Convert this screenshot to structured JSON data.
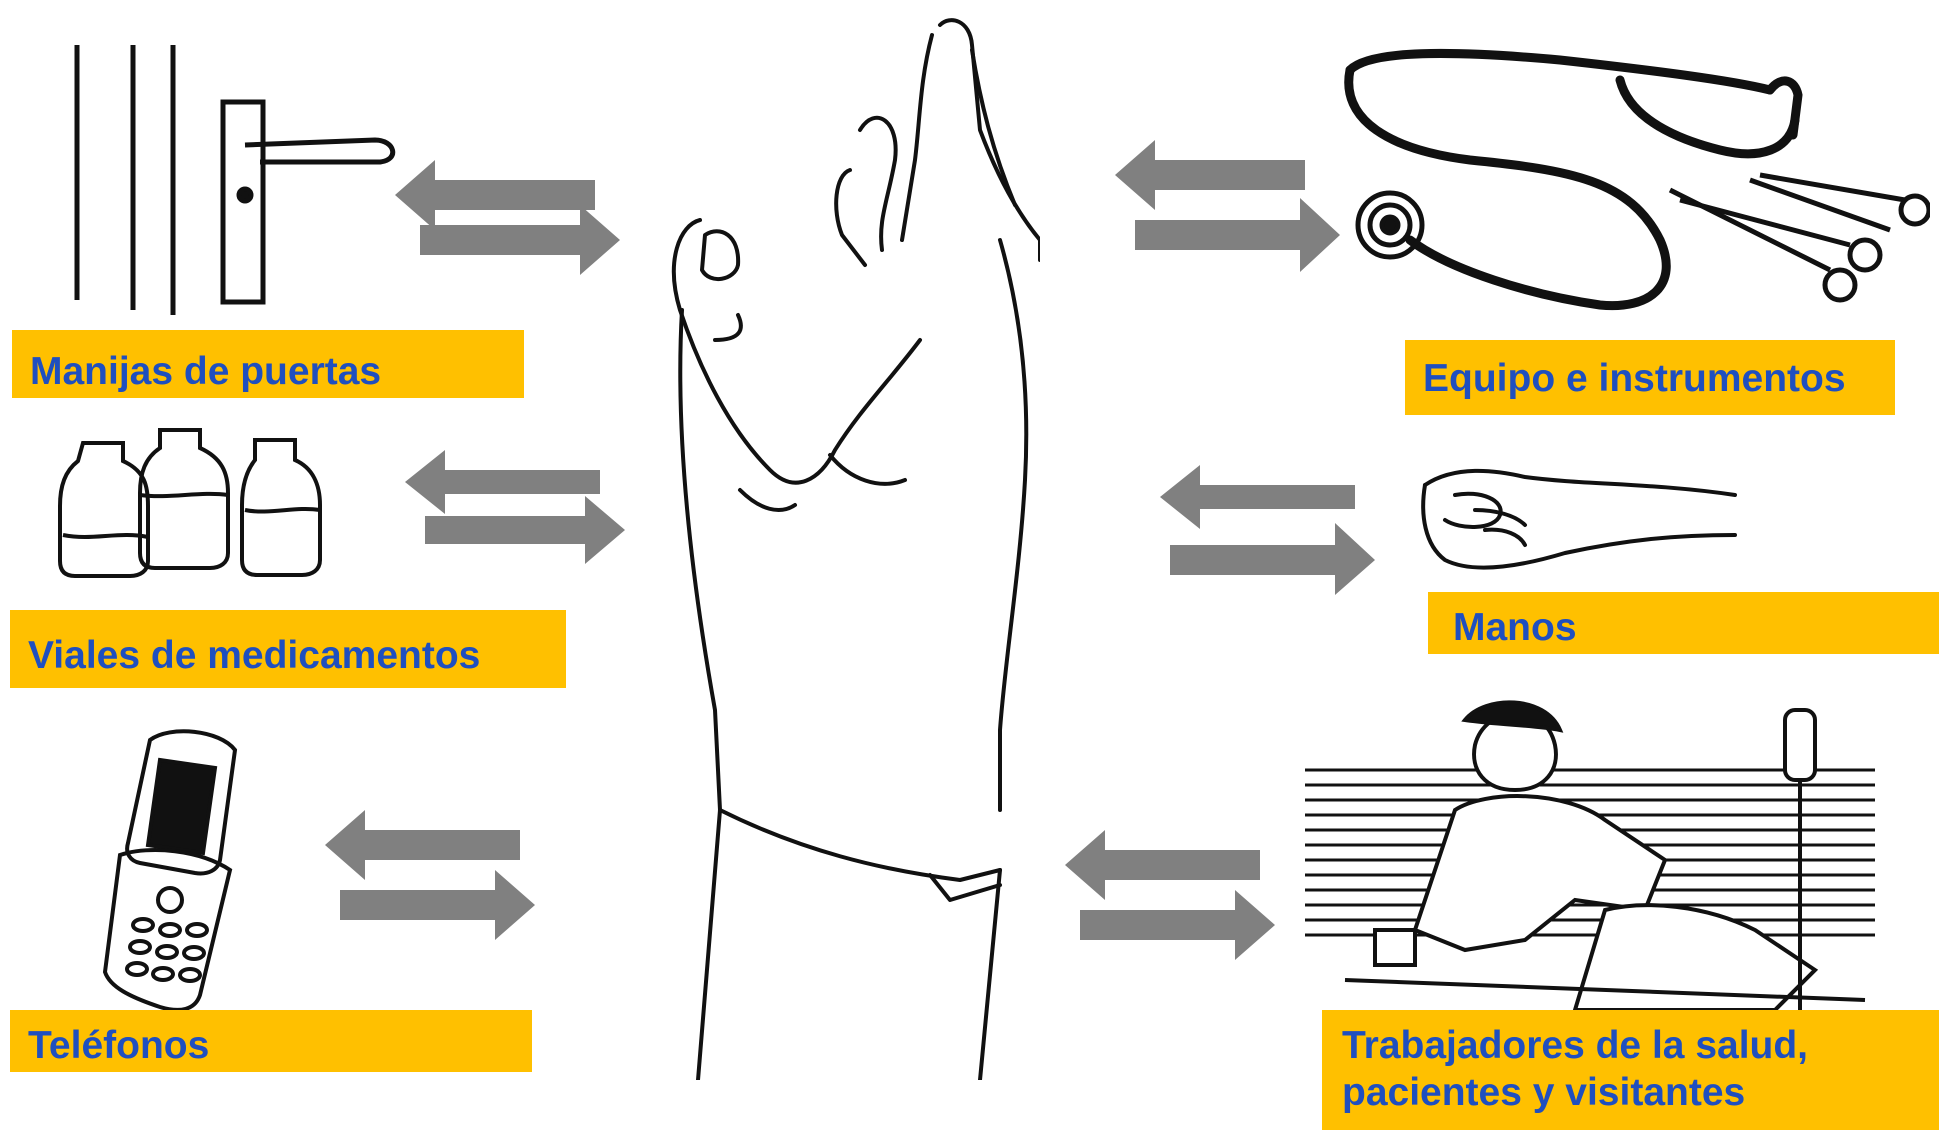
{
  "labels": {
    "door_handles": "Manijas de puertas",
    "medication_vials": "Viales de medicamentos",
    "phones": "Teléfonos",
    "equipment": "Equipo e instrumentos",
    "hands": "Manos",
    "health_workers_line1": "Trabajadores de la salud,",
    "health_workers_line2": "pacientes y visitantes"
  },
  "colors": {
    "label_background": "#ffc000",
    "label_text": "#1f4fbf",
    "arrow": "#808080",
    "line_art": "#111111"
  },
  "icons": [
    "door-handle-icon",
    "medication-vials-icon",
    "flip-phone-icon",
    "stethoscope-scissors-icon",
    "hand-icon",
    "nurse-patient-icon",
    "raised-hand-icon"
  ]
}
